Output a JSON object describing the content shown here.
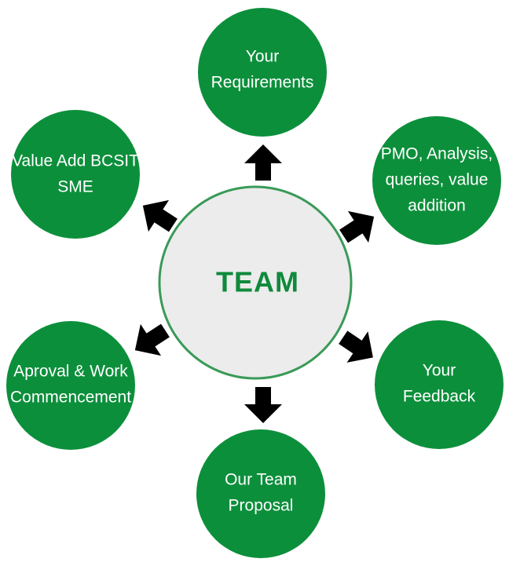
{
  "center": {
    "label": "TEAM"
  },
  "colors": {
    "node_fill": "#0c8f3b",
    "center_fill": "#ececec",
    "center_stroke": "#3a9a58",
    "center_text": "#0f8a3c",
    "arrow": "#000000"
  },
  "nodes": [
    {
      "id": "requirements",
      "lines": [
        "Your",
        "Requirements"
      ]
    },
    {
      "id": "pmo",
      "lines": [
        "PMO, Analysis,",
        "queries, value",
        "addition"
      ]
    },
    {
      "id": "feedback",
      "lines": [
        "Your",
        "Feedback"
      ]
    },
    {
      "id": "proposal",
      "lines": [
        "Our Team",
        "Proposal"
      ]
    },
    {
      "id": "approval",
      "lines": [
        "Aproval & Work",
        "Commencement"
      ]
    },
    {
      "id": "value-add",
      "lines": [
        "Value Add BCSIT",
        "SME"
      ]
    }
  ]
}
